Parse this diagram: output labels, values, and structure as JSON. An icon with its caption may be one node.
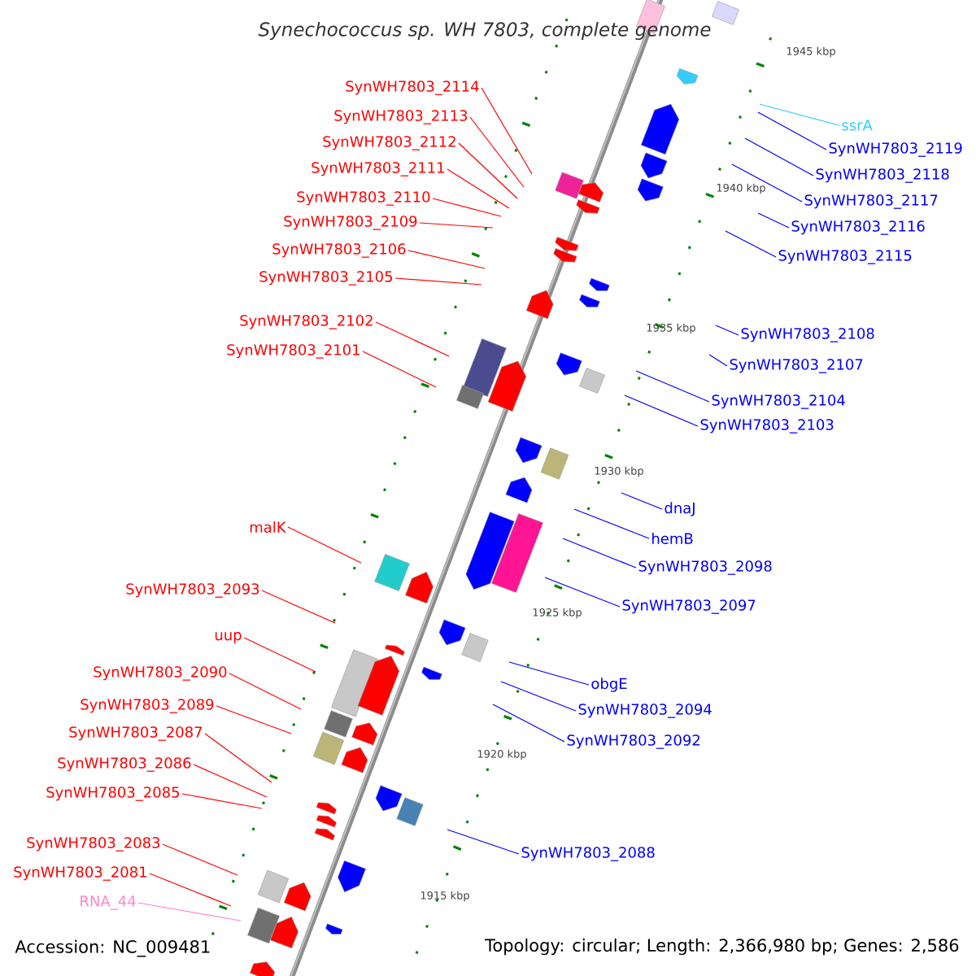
{
  "diagram": {
    "title": "*Synechococcus sp. WH 7803, complete genome*",
    "nodes": [
      {
        "text": [
          "SynWH7803_2114"
        ]
      },
      {
        "text": [
          "SynWH7803_2113"
        ]
      },
      {
        "text": [
          "ssrA"
        ]
      },
      {
        "text": [
          "SynWH7803_2112"
        ]
      },
      {
        "text": [
          "SynWH7803_2119"
        ]
      },
      {
        "text": [
          "SynWH7803_2111"
        ]
      },
      {
        "text": [
          "SynWH7803_2118"
        ]
      },
      {
        "text": [
          "SynWH7803_2110"
        ]
      },
      {
        "text": [
          "SynWH7803_2117"
        ]
      },
      {
        "text": [
          "SynWH7803_2109"
        ]
      },
      {
        "text": [
          "SynWH7803_2116"
        ]
      },
      {
        "text": [
          "SynWH7803_2106"
        ]
      },
      {
        "text": [
          "SynWH7803_2115"
        ]
      },
      {
        "text": [
          "SynWH7803_2105"
        ]
      },
      {
        "text": [
          "SynWH7803_2102"
        ]
      },
      {
        "text": [
          "SynWH7803_2108"
        ]
      },
      {
        "text": [
          "SynWH7803_2101"
        ]
      },
      {
        "text": [
          "SynWH7803_2107"
        ]
      },
      {
        "text": [
          "SynWH7803_2104"
        ]
      },
      {
        "text": [
          "SynWH7803_2103"
        ]
      },
      {
        "text": [
          "dnaJ"
        ]
      },
      {
        "text": [
          "malK"
        ]
      },
      {
        "text": [
          "hemB"
        ]
      },
      {
        "text": [
          "SynWH7803_2098"
        ]
      },
      {
        "text": [
          "SynWH7803_2093"
        ]
      },
      {
        "text": [
          "SynWH7803_2097"
        ]
      },
      {
        "text": [
          "uup"
        ]
      },
      {
        "text": [
          "SynWH7803_2090"
        ]
      },
      {
        "text": [
          "obgE"
        ]
      },
      {
        "text": [
          "SynWH7803_2089"
        ]
      },
      {
        "text": [
          "SynWH7803_2094"
        ]
      },
      {
        "text": [
          "SynWH7803_2087"
        ]
      },
      {
        "text": [
          "SynWH7803_2092"
        ]
      },
      {
        "text": [
          "SynWH7803_2086"
        ]
      },
      {
        "text": [
          "SynWH7803_2085"
        ]
      },
      {
        "text": [
          "SynWH7803_2083"
        ]
      },
      {
        "text": [
          "SynWH7803_2088"
        ]
      },
      {
        "text": [
          "SynWH7803_2081"
        ]
      },
      {
        "text": [
          "RNA_44"
        ]
      }
    ],
    "edges": [
      {
        "from": 0,
        "to": null,
        "arrow": "none",
        "color": "#ff0000"
      },
      {
        "from": 1,
        "to": null,
        "arrow": "none",
        "color": "#ff0000"
      },
      {
        "from": 2,
        "to": null,
        "arrow": "none",
        "color": "#33ccff"
      },
      {
        "from": 3,
        "to": null,
        "arrow": "none",
        "color": "#ff0000"
      },
      {
        "from": 4,
        "to": null,
        "arrow": "none",
        "color": "#0000ff"
      },
      {
        "from": 5,
        "to": null,
        "arrow": "none",
        "color": "#ff0000"
      },
      {
        "from": 6,
        "to": null,
        "arrow": "none",
        "color": "#0000ff"
      },
      {
        "from": 7,
        "to": null,
        "arrow": "none",
        "color": "#ff0000"
      },
      {
        "from": 8,
        "to": null,
        "arrow": "none",
        "color": "#0000ff"
      },
      {
        "from": 9,
        "to": null,
        "arrow": "none",
        "color": "#ff0000"
      },
      {
        "from": 10,
        "to": null,
        "arrow": "none",
        "color": "#0000ff"
      },
      {
        "from": 11,
        "to": null,
        "arrow": "none",
        "color": "#ff0000"
      },
      {
        "from": 12,
        "to": null,
        "arrow": "none",
        "color": "#0000ff"
      },
      {
        "from": 13,
        "to": null,
        "arrow": "none",
        "color": "#ff0000"
      },
      {
        "from": 14,
        "to": null,
        "arrow": "none",
        "color": "#ff0000"
      },
      {
        "from": 15,
        "to": null,
        "arrow": "none",
        "color": "#0000ff"
      },
      {
        "from": 16,
        "to": null,
        "arrow": "none",
        "color": "#ff0000"
      },
      {
        "from": 17,
        "to": null,
        "arrow": "none",
        "color": "#0000ff"
      },
      {
        "from": 18,
        "to": null,
        "arrow": "none",
        "color": "#0000ff"
      },
      {
        "from": 19,
        "to": null,
        "arrow": "none",
        "color": "#0000ff"
      },
      {
        "from": 20,
        "to": null,
        "arrow": "none",
        "color": "#0000ff"
      },
      {
        "from": 21,
        "to": null,
        "arrow": "none",
        "color": "#ff0000"
      },
      {
        "from": 22,
        "to": null,
        "arrow": "none",
        "color": "#0000ff"
      },
      {
        "from": 23,
        "to": null,
        "arrow": "none",
        "color": "#0000ff"
      },
      {
        "from": 24,
        "to": null,
        "arrow": "none",
        "color": "#ff0000"
      },
      {
        "from": 25,
        "to": null,
        "arrow": "none",
        "color": "#0000ff"
      },
      {
        "from": 26,
        "to": null,
        "arrow": "none",
        "color": "#ff0000"
      },
      {
        "from": 27,
        "to": null,
        "arrow": "none",
        "color": "#ff0000"
      },
      {
        "from": 28,
        "to": null,
        "arrow": "none",
        "color": "#0000ff"
      },
      {
        "from": 29,
        "to": null,
        "arrow": "none",
        "color": "#ff0000"
      },
      {
        "from": 30,
        "to": null,
        "arrow": "none",
        "color": "#0000ff"
      },
      {
        "from": 31,
        "to": null,
        "arrow": "none",
        "color": "#ff0000"
      },
      {
        "from": 32,
        "to": null,
        "arrow": "none",
        "color": "#0000ff"
      },
      {
        "from": 33,
        "to": null,
        "arrow": "none",
        "color": "#ff0000"
      },
      {
        "from": 34,
        "to": null,
        "arrow": "none",
        "color": "#ff0000"
      },
      {
        "from": 35,
        "to": null,
        "arrow": "none",
        "color": "#ff0000"
      },
      {
        "from": 36,
        "to": null,
        "arrow": "none",
        "color": "#0000ff"
      },
      {
        "from": 37,
        "to": null,
        "arrow": "none",
        "color": "#ff0000"
      },
      {
        "from": 38,
        "to": null,
        "arrow": "none",
        "color": "#ff88cc"
      }
    ],
    "labels": [
      "1945 kbp",
      "1940 kbp",
      "1935 kbp",
      "1930 kbp",
      "1925 kbp",
      "1920 kbp",
      "1915 kbp",
      "Accession: NC_009481",
      "Topology: circular; Length: 2,366,980 bp; Genes: 2,586"
    ]
  }
}
